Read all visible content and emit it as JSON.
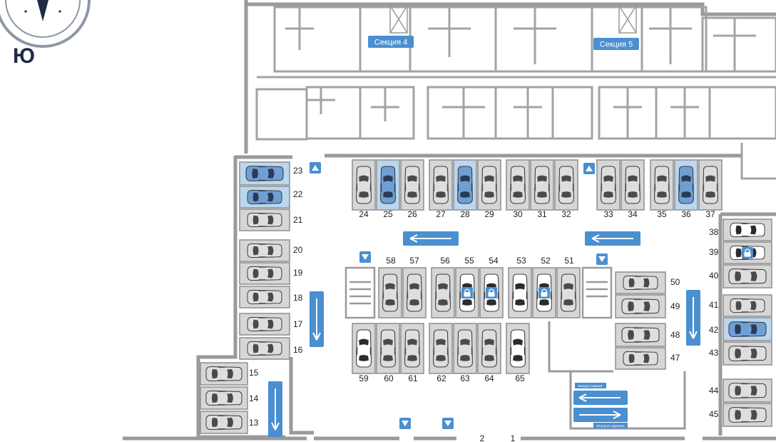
{
  "compass": {
    "letter": "Ю"
  },
  "sections": [
    {
      "label": "Секция 4"
    },
    {
      "label": "Секция 5"
    }
  ],
  "exit_signs": {
    "out": "Выезд в паркинг",
    "in": "Въезд из паркинга"
  },
  "colors": {
    "wall": "#9a9a9a",
    "slot_bg": "#d6d6d6",
    "slot_selected": "#bcd6ef",
    "arrow": "#4a8fd0",
    "car_dark": "#2b2b2b",
    "car_blue": "#6f9fd3",
    "car_light": "#dedede",
    "label_bg": "#4a8fd0"
  },
  "parking_spots": [
    {
      "id": "1",
      "label": "1",
      "status": "available"
    },
    {
      "id": "2",
      "label": "2",
      "status": "available"
    },
    {
      "id": "13",
      "label": "13",
      "status": "available"
    },
    {
      "id": "14",
      "label": "14",
      "status": "available"
    },
    {
      "id": "15",
      "label": "15",
      "status": "available"
    },
    {
      "id": "16",
      "label": "16",
      "status": "available"
    },
    {
      "id": "17",
      "label": "17",
      "status": "available"
    },
    {
      "id": "18",
      "label": "18",
      "status": "available"
    },
    {
      "id": "19",
      "label": "19",
      "status": "available"
    },
    {
      "id": "20",
      "label": "20",
      "status": "available"
    },
    {
      "id": "21",
      "label": "21",
      "status": "available"
    },
    {
      "id": "22",
      "label": "22",
      "status": "selected"
    },
    {
      "id": "23",
      "label": "23",
      "status": "selected"
    },
    {
      "id": "24",
      "label": "24",
      "status": "available"
    },
    {
      "id": "25",
      "label": "25",
      "status": "selected"
    },
    {
      "id": "26",
      "label": "26",
      "status": "available"
    },
    {
      "id": "27",
      "label": "27",
      "status": "available"
    },
    {
      "id": "28",
      "label": "28",
      "status": "selected"
    },
    {
      "id": "29",
      "label": "29",
      "status": "available"
    },
    {
      "id": "30",
      "label": "30",
      "status": "available"
    },
    {
      "id": "31",
      "label": "31",
      "status": "available"
    },
    {
      "id": "32",
      "label": "32",
      "status": "available"
    },
    {
      "id": "33",
      "label": "33",
      "status": "available"
    },
    {
      "id": "34",
      "label": "34",
      "status": "available"
    },
    {
      "id": "35",
      "label": "35",
      "status": "available"
    },
    {
      "id": "36",
      "label": "36",
      "status": "selected"
    },
    {
      "id": "37",
      "label": "37",
      "status": "available"
    },
    {
      "id": "38",
      "label": "38",
      "status": "sold"
    },
    {
      "id": "39",
      "label": "39",
      "status": "locked"
    },
    {
      "id": "40",
      "label": "40",
      "status": "available"
    },
    {
      "id": "41",
      "label": "41",
      "status": "available"
    },
    {
      "id": "42",
      "label": "42",
      "status": "selected"
    },
    {
      "id": "43",
      "label": "43",
      "status": "available"
    },
    {
      "id": "44",
      "label": "44",
      "status": "available"
    },
    {
      "id": "45",
      "label": "45",
      "status": "available"
    },
    {
      "id": "47",
      "label": "47",
      "status": "available"
    },
    {
      "id": "48",
      "label": "48",
      "status": "available"
    },
    {
      "id": "49",
      "label": "49",
      "status": "available"
    },
    {
      "id": "50",
      "label": "50",
      "status": "available"
    },
    {
      "id": "51",
      "label": "51",
      "status": "available"
    },
    {
      "id": "52",
      "label": "52",
      "status": "locked"
    },
    {
      "id": "53",
      "label": "53",
      "status": "sold"
    },
    {
      "id": "54",
      "label": "54",
      "status": "locked"
    },
    {
      "id": "55",
      "label": "55",
      "status": "locked"
    },
    {
      "id": "56",
      "label": "56",
      "status": "available"
    },
    {
      "id": "57",
      "label": "57",
      "status": "available"
    },
    {
      "id": "58",
      "label": "58",
      "status": "available"
    },
    {
      "id": "59",
      "label": "59",
      "status": "sold"
    },
    {
      "id": "60",
      "label": "60",
      "status": "available"
    },
    {
      "id": "61",
      "label": "61",
      "status": "available"
    },
    {
      "id": "62",
      "label": "62",
      "status": "available"
    },
    {
      "id": "63",
      "label": "63",
      "status": "available"
    },
    {
      "id": "64",
      "label": "64",
      "status": "available"
    },
    {
      "id": "65",
      "label": "65",
      "status": "sold"
    }
  ]
}
